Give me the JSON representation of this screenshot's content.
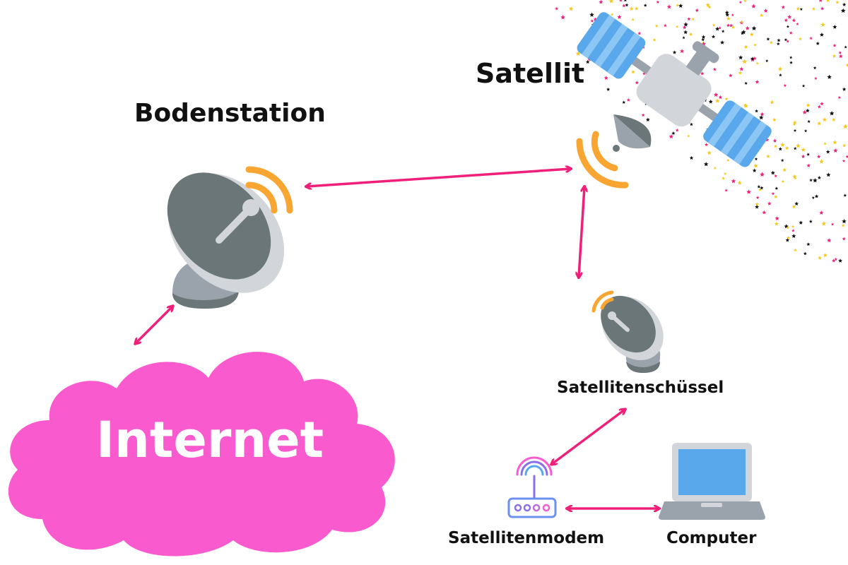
{
  "labels": {
    "ground_station": "Bodenstation",
    "satellite": "Satellit",
    "satellite_dish": "Satellitenschüssel",
    "satellite_modem": "Satellitenmodem",
    "computer": "Computer",
    "internet": "Internet"
  },
  "colors": {
    "arrow": "#f0207a",
    "cloud": "#f95bcf",
    "signal": "#f9a531",
    "dish_dark": "#6b7679",
    "dish_light": "#d2d5d9",
    "panel": "#5aa8ec",
    "star_pink": "#f0207a",
    "star_gold": "#f3c91d",
    "star_black": "#111111"
  },
  "icons": [
    "satellite-icon",
    "ground-station-dish-icon",
    "satellite-dish-icon",
    "modem-icon",
    "laptop-icon",
    "cloud-shape"
  ]
}
